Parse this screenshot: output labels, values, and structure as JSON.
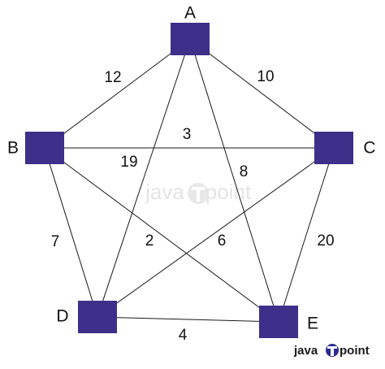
{
  "nodes": [
    {
      "id": "A",
      "label": "A"
    },
    {
      "id": "B",
      "label": "B"
    },
    {
      "id": "C",
      "label": "C"
    },
    {
      "id": "D",
      "label": "D"
    },
    {
      "id": "E",
      "label": "E"
    }
  ],
  "edges": [
    {
      "from": "A",
      "to": "B",
      "weight": "12"
    },
    {
      "from": "A",
      "to": "C",
      "weight": "10"
    },
    {
      "from": "B",
      "to": "C",
      "weight": "3"
    },
    {
      "from": "A",
      "to": "D",
      "weight": "19"
    },
    {
      "from": "A",
      "to": "E",
      "weight": "8"
    },
    {
      "from": "B",
      "to": "D",
      "weight": "7"
    },
    {
      "from": "B",
      "to": "E",
      "weight": "2"
    },
    {
      "from": "C",
      "to": "D",
      "weight": "6"
    },
    {
      "from": "C",
      "to": "E",
      "weight": "20"
    },
    {
      "from": "D",
      "to": "E",
      "weight": "4"
    }
  ],
  "colors": {
    "node_fill": "#3d2f8a",
    "edge": "#1a1a1a",
    "logo_accent": "#2b2b8f"
  },
  "watermark": {
    "text_left": "java",
    "text_right": "point"
  },
  "logo": {
    "text_left": "java",
    "text_right": "point"
  }
}
